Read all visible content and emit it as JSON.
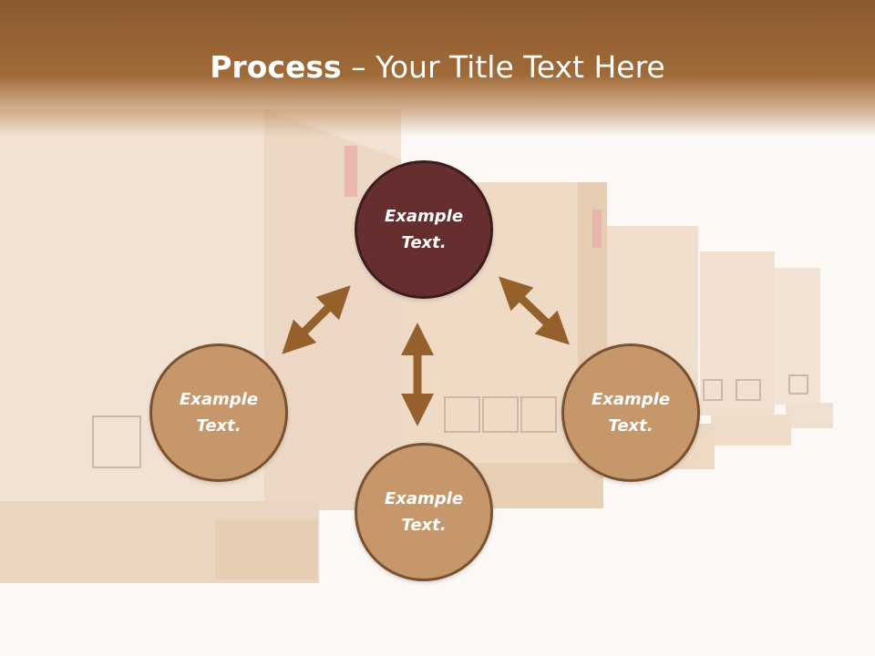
{
  "title": {
    "bold": "Process",
    "rest": " – Your Title Text Here"
  },
  "nodes": {
    "top": "Example Text.",
    "left": "Example Text.",
    "bottom": "Example Text.",
    "right": "Example Text."
  },
  "colors": {
    "title_band": "#96643a",
    "center_node": "#672e30",
    "outer_node": "#c5976a",
    "arrow": "#96602c"
  },
  "background_icons": [
    "umbrella-icon",
    "glass-fragile-icon",
    "this-way-up-icon"
  ]
}
